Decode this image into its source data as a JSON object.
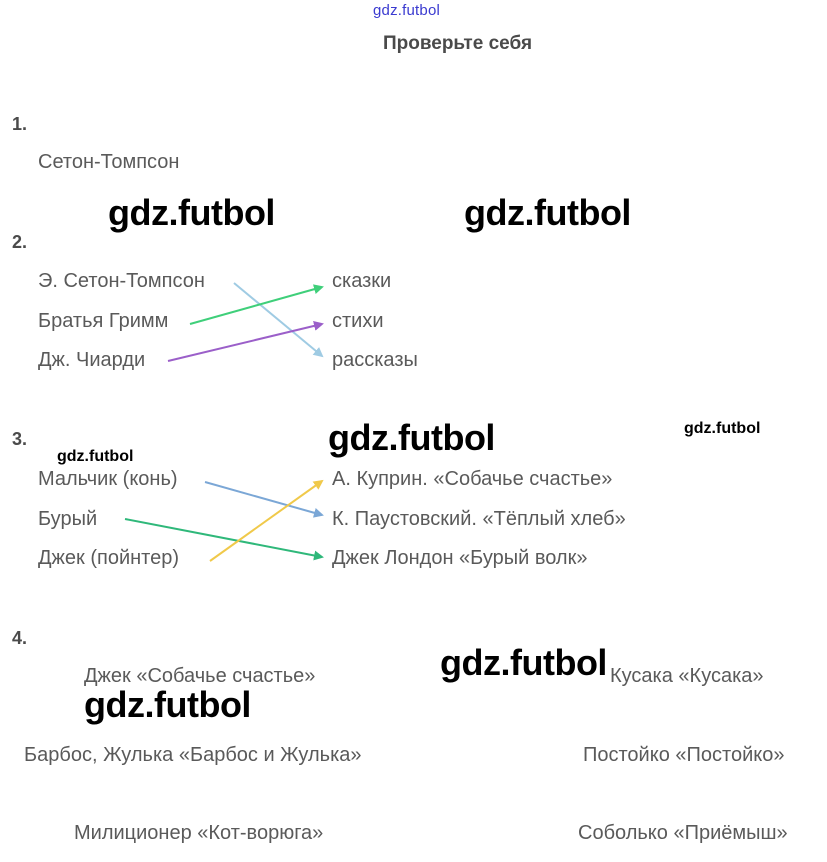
{
  "header": {
    "site_mark": "gdz.futbol",
    "title": "Проверьте себя"
  },
  "watermarks": {
    "big": "gdz.futbol",
    "small": "gdz.futbol"
  },
  "task1": {
    "number": "1.",
    "answer": "Сетон-Томпсон"
  },
  "task2": {
    "number": "2.",
    "left": [
      "Э. Сетон-Томпсон",
      "Братья Гримм",
      "Дж. Чиарди"
    ],
    "right": [
      "сказки",
      "стихи",
      "рассказы"
    ],
    "links": [
      {
        "from": "Э. Сетон-Томпсон",
        "to": "рассказы",
        "color": "#9fcbe3"
      },
      {
        "from": "Братья Гримм",
        "to": "сказки",
        "color": "#3fcf7a"
      },
      {
        "from": "Дж. Чиарди",
        "to": "стихи",
        "color": "#9b5fc9"
      }
    ]
  },
  "task3": {
    "number": "3.",
    "left": [
      "Мальчик (конь)",
      "Бурый",
      "Джек (пойнтер)"
    ],
    "right": [
      "А. Куприн. «Собачье счастье»",
      "К. Паустовский. «Тёплый хлеб»",
      "Джек Лондон «Бурый волк»"
    ],
    "links": [
      {
        "from": "Мальчик (конь)",
        "to": "К. Паустовский. «Тёплый хлеб»",
        "color": "#7ba7d6"
      },
      {
        "from": "Бурый",
        "to": "Джек Лондон «Бурый волк»",
        "color": "#2fb87a"
      },
      {
        "from": "Джек (пойнтер)",
        "to": "А. Куприн. «Собачье счастье»",
        "color": "#f0c94a"
      }
    ]
  },
  "task4": {
    "number": "4.",
    "items": [
      "Джек «Собачье счастье»",
      "Кусака «Кусака»",
      "Барбос, Жулька «Барбос и Жулька»",
      "Постойко «Постойко»",
      "Милиционер «Кот-ворюга»",
      "Соболько «Приёмыш»"
    ]
  }
}
